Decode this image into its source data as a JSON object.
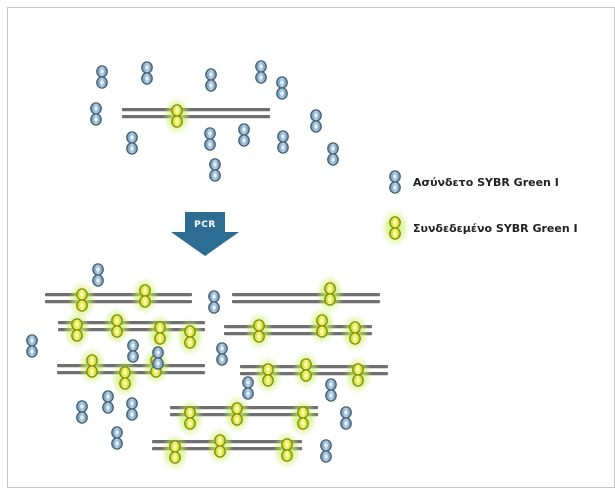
{
  "legend": {
    "unbound_label": "Ασύνδετο SYBR Green I",
    "bound_label": "Συνδεδεμένο SYBR Green I"
  },
  "arrow": {
    "label": "PCR"
  },
  "colors": {
    "dna_strand": "#6f6f6f",
    "unbound_dye": "#8fb0c8",
    "unbound_dye_outline": "#3f5f78",
    "bound_dye": "#e3ea3a",
    "bound_dye_outline": "#7c8a12",
    "bound_glow": "#c8f05a",
    "arrow": "#2d6d94"
  }
}
